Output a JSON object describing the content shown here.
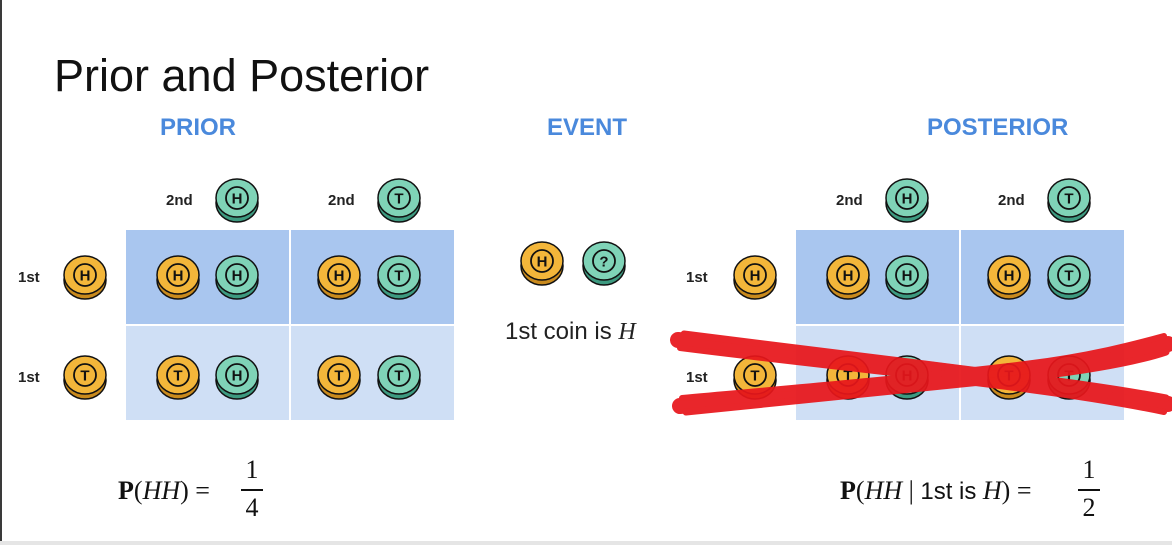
{
  "title": "Prior and Posterior",
  "sections": {
    "prior": "PRIOR",
    "event": "EVENT",
    "posterior": "POSTERIOR"
  },
  "labels": {
    "second": "2nd",
    "first": "1st"
  },
  "coin_letters": {
    "heads": "H",
    "tails": "T",
    "unknown": "?"
  },
  "event": {
    "text_prefix": "1st coin is ",
    "text_var": "H"
  },
  "prior_formula": {
    "func": "P",
    "arg": "HH",
    "equals": "=",
    "numerator": "1",
    "denominator": "4"
  },
  "posterior_formula": {
    "func": "P",
    "arg": "HH",
    "bar": "|",
    "condition_text": "1st is",
    "condition_var": "H",
    "equals": "=",
    "numerator": "1",
    "denominator": "2"
  },
  "colors": {
    "section_heading": "#4a89dc",
    "cell_dark": "#a9c6ef",
    "cell_light": "#cfdff5",
    "coin_first": "#f3b63a",
    "coin_second": "#7fd3b7",
    "cross": "#e8161b"
  },
  "icons": {
    "first_coin": "gold-coin-icon",
    "second_coin": "teal-coin-icon",
    "eliminated": "red-x-scribble"
  }
}
